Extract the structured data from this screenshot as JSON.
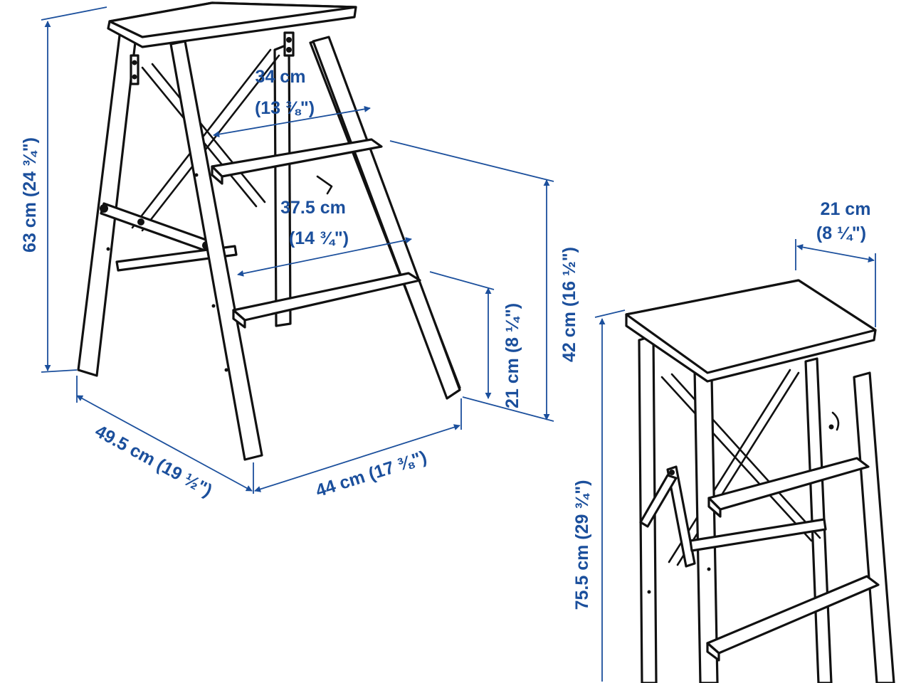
{
  "colors": {
    "line_art": "#111111",
    "dimension": "#1b4f9c",
    "background": "#ffffff"
  },
  "dimensions": {
    "total_height_open": "63 cm (24 ¾\")",
    "step_width_upper_cm": "34 cm",
    "step_width_upper_in": "(13 ⅜\")",
    "step_width_lower_cm": "37.5 cm",
    "step_width_lower_in": "(14 ¾\")",
    "step_height_upper": "42 cm (16 ½\")",
    "step_height_lower": "21 cm (8 ¼\")",
    "depth_open": "49.5 cm (19 ½\")",
    "width_open": "44 cm (17 ⅜\")",
    "depth_folded_cm": "21 cm",
    "depth_folded_in": "(8 ¼\")",
    "height_folded": "75.5 cm (29 ¾\")"
  }
}
